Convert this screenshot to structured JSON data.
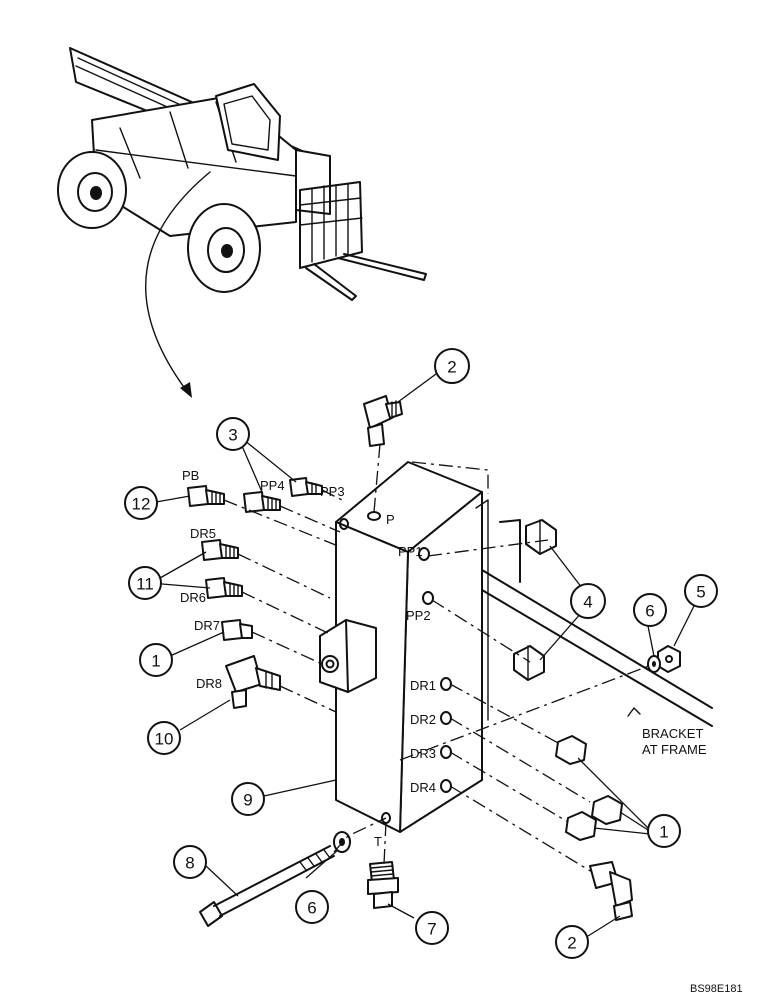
{
  "machine_illustration": {
    "icon": "telehandler-machine-icon"
  },
  "callouts": [
    "2",
    "3",
    "12",
    "11",
    "1",
    "10",
    "9",
    "8",
    "6",
    "7",
    "2",
    "1",
    "4",
    "6",
    "5"
  ],
  "ports": {
    "p": "P",
    "t": "T",
    "pp1": "PP1",
    "pp2": "PP2",
    "pp3": "PP3",
    "pp4": "PP4",
    "pb": "PB",
    "dr1": "DR1",
    "dr2": "DR2",
    "dr3": "DR3",
    "dr4": "DR4",
    "dr5": "DR5",
    "dr6": "DR6",
    "dr7": "DR7",
    "dr8": "DR8"
  },
  "bracket_note": {
    "line1": "BRACKET",
    "line2": "AT FRAME"
  },
  "drawing_ref": "BS98E181"
}
